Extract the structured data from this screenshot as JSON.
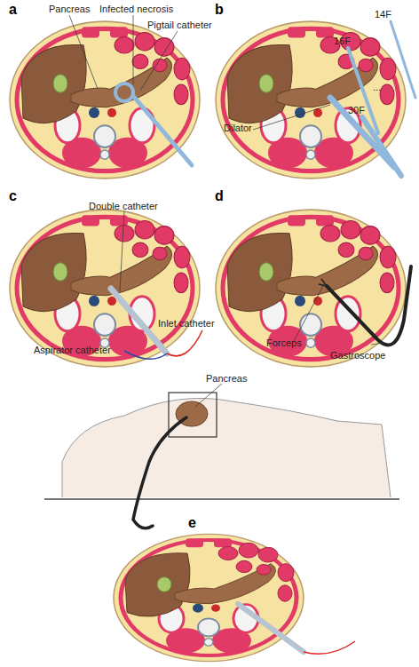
{
  "diagram": {
    "labels": [
      "a",
      "Pancreas",
      "Infected necrosis",
      "Pigtail catheter",
      "b",
      "Dilator",
      "14F",
      "16F",
      "...",
      "30F",
      "c",
      "Double catheter",
      "Inlet catheter",
      "Aspirator catheter",
      "d",
      "Forceps",
      "Gastroscope",
      "Pancreas",
      "e"
    ]
  }
}
